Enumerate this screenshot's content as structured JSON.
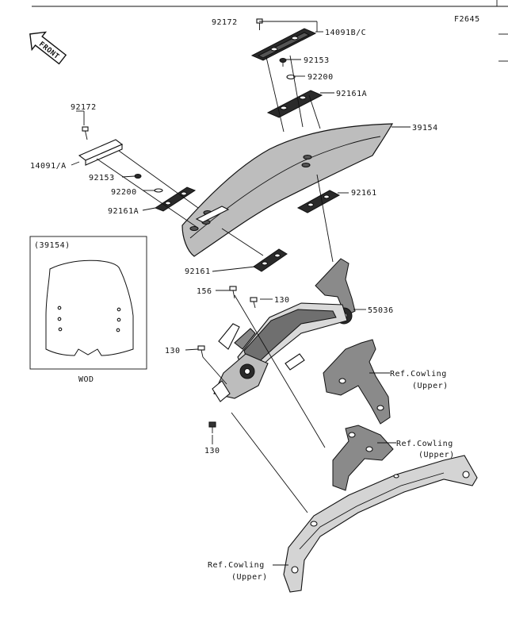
{
  "page_code": "F2645",
  "front_badge": "FRONT",
  "inset": {
    "title": "(39154)",
    "caption": "WOD"
  },
  "callouts": {
    "c92172_top": "92172",
    "c14091bc": "14091B/C",
    "c92153_top": "92153",
    "c92200_top": "92200",
    "c92161a_top": "92161A",
    "c39154": "39154",
    "c92172_left": "92172",
    "c14091a": "14091/A",
    "c92153_left": "92153",
    "c92200_left": "92200",
    "c92161a_left": "92161A",
    "c92161_right": "92161",
    "c92161_low": "92161",
    "c156": "156",
    "c130_a": "130",
    "c55036": "55036",
    "c130_b": "130",
    "c130_c": "130",
    "ref1_a": "Ref.Cowling",
    "ref1_b": "(Upper)",
    "ref2_a": "Ref.Cowling",
    "ref2_b": "(Upper)",
    "ref3_a": "Ref.Cowling",
    "ref3_b": "(Upper)"
  }
}
